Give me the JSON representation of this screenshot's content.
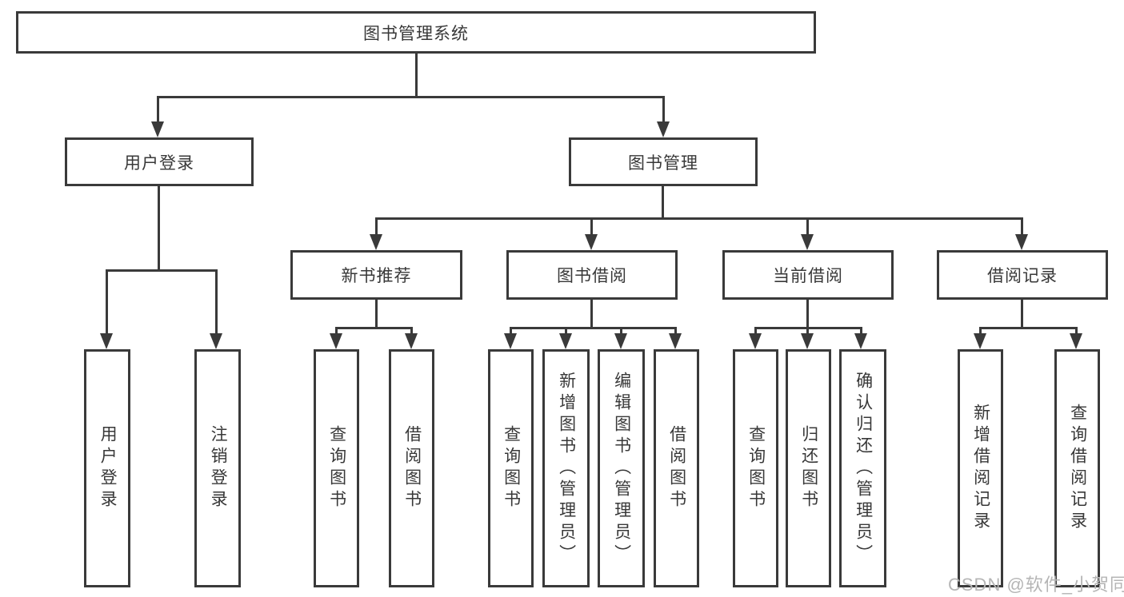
{
  "tree": {
    "root": {
      "label": "图书管理系统",
      "children": [
        {
          "label": "用户登录",
          "children": [
            {
              "label": "用户登录"
            },
            {
              "label": "注销登录"
            }
          ]
        },
        {
          "label": "图书管理",
          "children": [
            {
              "label": "新书推荐",
              "children": [
                {
                  "label": "查询图书"
                },
                {
                  "label": "借阅图书"
                }
              ]
            },
            {
              "label": "图书借阅",
              "children": [
                {
                  "label": "查询图书"
                },
                {
                  "label": "新增图书（管理员）"
                },
                {
                  "label": "编辑图书（管理员）"
                },
                {
                  "label": "借阅图书"
                }
              ]
            },
            {
              "label": "当前借阅",
              "children": [
                {
                  "label": "查询图书"
                },
                {
                  "label": "归还图书"
                },
                {
                  "label": "确认归还（管理员）"
                }
              ]
            },
            {
              "label": "借阅记录",
              "children": [
                {
                  "label": "新增借阅记录"
                },
                {
                  "label": "查询借阅记录"
                }
              ]
            }
          ]
        }
      ]
    }
  },
  "watermark": {
    "text": "CSDN @软件_小贺同学"
  },
  "colors": {
    "line": "#3a3a3a",
    "text": "#383838",
    "background": "#ffffff",
    "watermark": "#b5b5b5"
  }
}
